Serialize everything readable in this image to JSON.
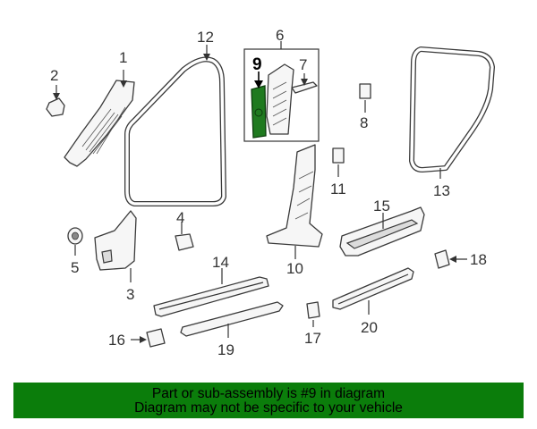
{
  "callouts": {
    "c1": "1",
    "c2": "2",
    "c3": "3",
    "c4": "4",
    "c5": "5",
    "c6": "6",
    "c7": "7",
    "c8": "8",
    "c9": "9",
    "c10": "10",
    "c11": "11",
    "c12": "12",
    "c13": "13",
    "c14": "14",
    "c15": "15",
    "c16": "16",
    "c17": "17",
    "c18": "18",
    "c19": "19",
    "c20": "20"
  },
  "highlight": {
    "part": "9",
    "color": "#1f7a1f"
  },
  "banner": {
    "line1": "Part or sub-assembly is #9 in diagram",
    "line2": "Diagram may not be specific to your vehicle",
    "background": "#0b7d0b"
  }
}
